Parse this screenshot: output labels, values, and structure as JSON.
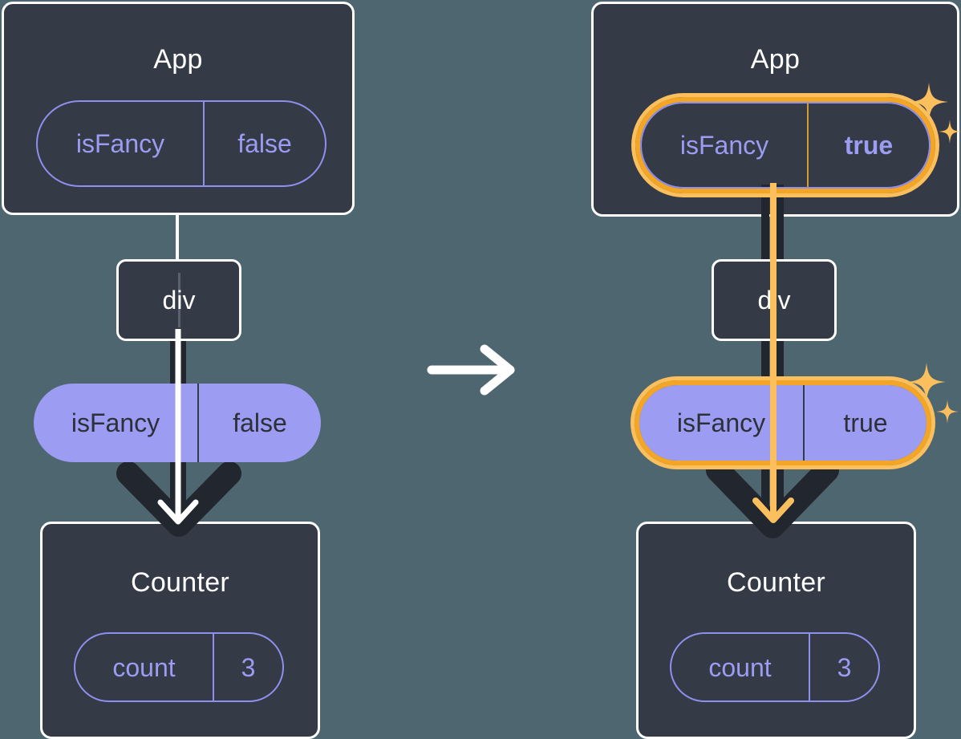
{
  "diagram": {
    "title_app": "App",
    "title_counter": "Counter",
    "node_div": "div",
    "transition_icon": "right-arrow-icon",
    "sparkle_icon": "sparkle-icon",
    "colors": {
      "background": "#4d6670",
      "box_fill": "#343a46",
      "box_border": "#ffffff",
      "prop_purple": "#9b9cf2",
      "state_outline": "#8f90ee",
      "highlight_orange": "#f3a626",
      "highlight_orange_light": "#fbbf5e",
      "line_dark": "#22262f",
      "text_dark": "#2b3039"
    }
  },
  "before": {
    "app": {
      "label": "App",
      "state": {
        "key": "isFancy",
        "value": "false",
        "bold_value": false,
        "highlighted": false
      }
    },
    "div": {
      "label": "div"
    },
    "prop": {
      "key": "isFancy",
      "value": "false",
      "bold_value": false,
      "highlighted": false
    },
    "counter": {
      "label": "Counter",
      "state": {
        "key": "count",
        "value": "3",
        "bold_value": false,
        "highlighted": false
      }
    }
  },
  "after": {
    "app": {
      "label": "App",
      "state": {
        "key": "isFancy",
        "value": "true",
        "bold_value": true,
        "highlighted": true
      }
    },
    "div": {
      "label": "div"
    },
    "prop": {
      "key": "isFancy",
      "value": "true",
      "bold_value": true,
      "highlighted": true
    },
    "counter": {
      "label": "Counter",
      "state": {
        "key": "count",
        "value": "3",
        "bold_value": false,
        "highlighted": false
      }
    }
  }
}
